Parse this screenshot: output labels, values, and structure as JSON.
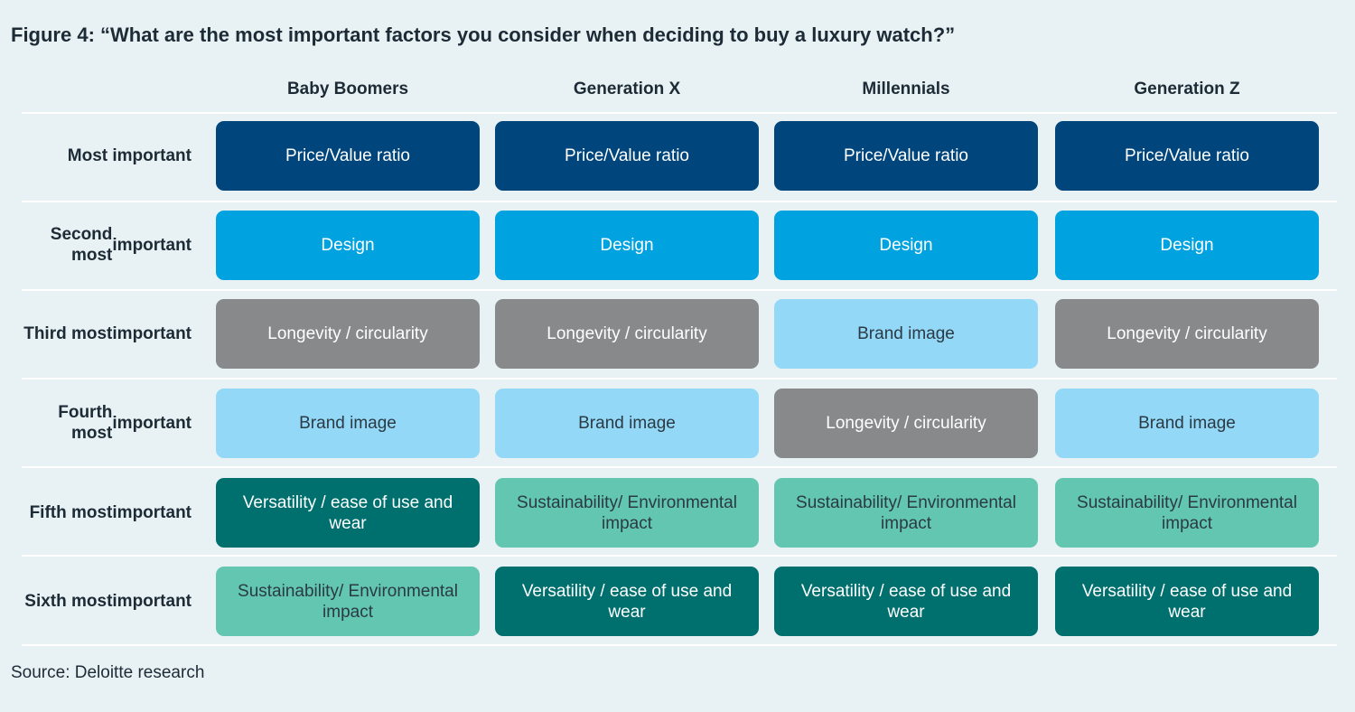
{
  "chart_data": {
    "type": "table",
    "title": "Figure 4: “What are the most important factors you consider when deciding to buy a luxury watch?”",
    "columns": [
      "Baby Boomers",
      "Generation X",
      "Millennials",
      "Generation Z"
    ],
    "rows": [
      {
        "label": "Most important",
        "cells": [
          "Price/Value ratio",
          "Price/Value ratio",
          "Price/Value ratio",
          "Price/Value ratio"
        ]
      },
      {
        "label": "Second most important",
        "cells": [
          "Design",
          "Design",
          "Design",
          "Design"
        ]
      },
      {
        "label": "Third most important",
        "cells": [
          "Longevity / circularity",
          "Longevity / circularity",
          "Brand image",
          "Longevity / circularity"
        ]
      },
      {
        "label": "Fourth most important",
        "cells": [
          "Brand image",
          "Brand image",
          "Longevity / circularity",
          "Brand image"
        ]
      },
      {
        "label": "Fifth most important",
        "cells": [
          "Versatility / ease of use and wear",
          "Sustainability/ Environmental impact",
          "Sustainability/ Environmental impact",
          "Sustainability/ Environmental impact"
        ]
      },
      {
        "label": "Sixth most important",
        "cells": [
          "Sustainability/ Environmental impact",
          "Versatility / ease of use and wear",
          "Versatility / ease of use and wear",
          "Versatility / ease of use and wear"
        ]
      }
    ],
    "factor_colors": {
      "Price/Value ratio": "#00457c",
      "Design": "#00a3e0",
      "Longevity / circularity": "#87898b",
      "Brand image": "#93d8f7",
      "Versatility / ease of use and wear": "#00706f",
      "Sustainability/ Environmental impact": "#62c6b1"
    },
    "source": "Source: Deloitte research"
  },
  "colors": {
    "background": "#e8f1f3",
    "divider": "#ffffff",
    "text": "#1d2b36",
    "light_text": "#ffffff",
    "dark_text": "#2b3a44"
  }
}
